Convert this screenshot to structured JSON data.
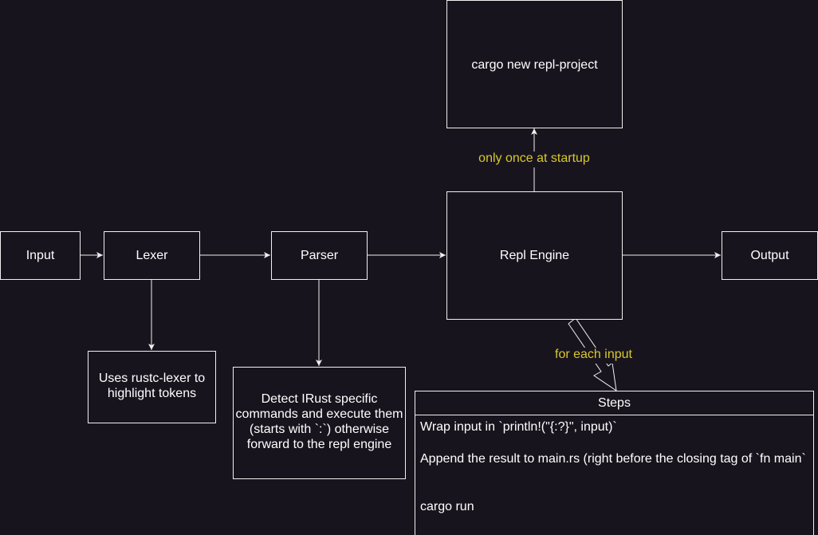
{
  "nodes": {
    "input": "Input",
    "lexer": "Lexer",
    "parser": "Parser",
    "repl_engine": "Repl Engine",
    "output": "Output",
    "cargo_new": "cargo new repl-project",
    "lexer_note": "Uses rustc-lexer to\nhighlight tokens",
    "parser_note": "Detect IRust specific\ncommands and execute them\n(starts with `:`) otherwise\nforward to the repl engine"
  },
  "edge_labels": {
    "startup": "only once at startup",
    "each_input": "for each input"
  },
  "steps": {
    "title": "Steps",
    "items": [
      "Wrap input in `println!(\"{:?}\", input)`",
      "Append the result to main.rs (right before the closing tag of `fn main`",
      "cargo run"
    ]
  },
  "colors": {
    "background": "#18141d",
    "stroke": "#f0f0f0",
    "label": "#d7c92e"
  }
}
